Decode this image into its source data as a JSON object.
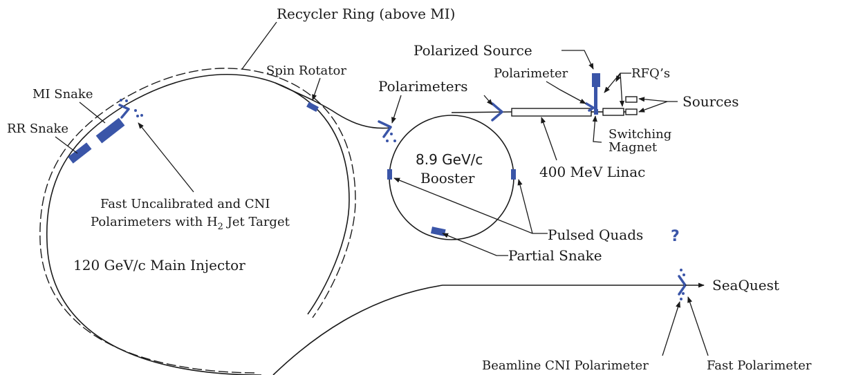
{
  "labels": {
    "recycler_ring": "Recycler Ring (above MI)",
    "polarized_source": "Polarized Source",
    "polarimeter": "Polarimeter",
    "rfqs": "RFQ’s",
    "spin_rotator": "Spin Rotator",
    "polarimeters": "Polarimeters",
    "sources": "Sources",
    "mi_snake": "MI Snake",
    "rr_snake": "RR Snake",
    "switching": "Switching",
    "magnet": "Magnet",
    "booster_energy": "8.9 GeV/c",
    "booster": "Booster",
    "linac": "400 MeV Linac",
    "jet_line1": "Fast Uncalibrated and CNI",
    "jet_line2_a": "Polarimeters with H",
    "jet_line2_sub": "2",
    "jet_line2_b": " Jet Target",
    "pulsed_quads": "Pulsed Quads",
    "question_mark": "?",
    "partial_snake": "Partial Snake",
    "main_injector": "120 GeV/c Main Injector",
    "seaquest": "SeaQuest",
    "beamline_cni": "Beamline CNI Polarimeter",
    "fast_polarimeter": "Fast Polarimeter"
  },
  "colors": {
    "device_blue": "#3a55a8",
    "line_black": "#1a1a1a",
    "background": "#ffffff"
  }
}
